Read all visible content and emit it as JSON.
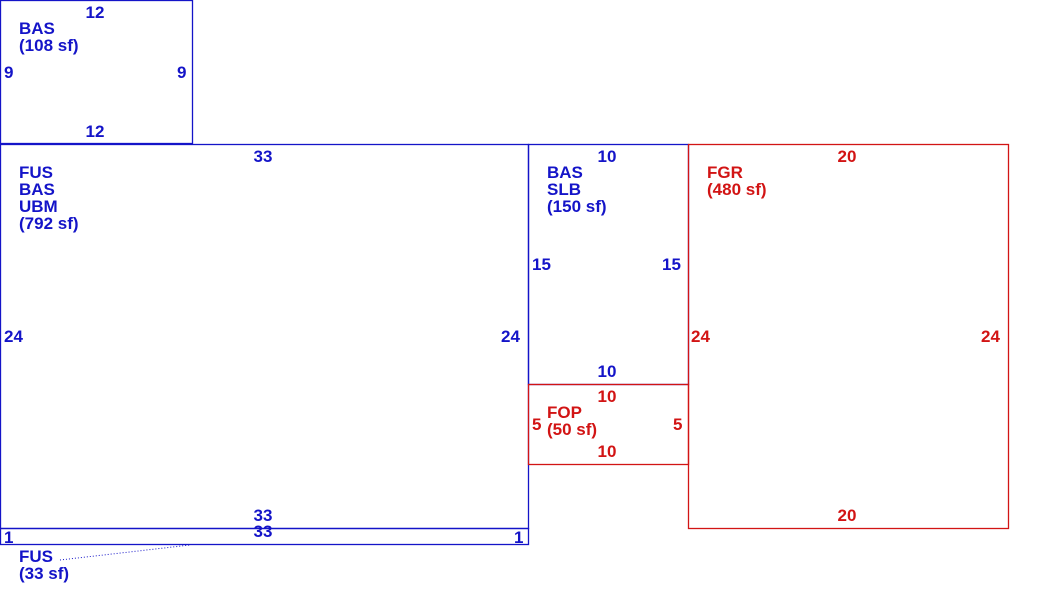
{
  "colors": {
    "blue": "#1414c8",
    "red": "#d21414"
  },
  "areas": {
    "bas_top": {
      "line1": "BAS",
      "line2": "(108 sf)",
      "top": "12",
      "bottom": "12",
      "left": "9",
      "right": "9"
    },
    "main": {
      "line1": "FUS",
      "line2": "BAS",
      "line3": "UBM",
      "line4": "(792 sf)",
      "top": "33",
      "bottom": "33",
      "left": "24",
      "right": "24"
    },
    "slb": {
      "line1": "BAS",
      "line2": "SLB",
      "line3": "(150 sf)",
      "top": "10",
      "bottom": "10",
      "left": "15",
      "right": "15"
    },
    "fop": {
      "line1": "FOP",
      "line2": "(50 sf)",
      "top": "10",
      "bottom": "10",
      "left": "5",
      "right": "5"
    },
    "fgr": {
      "line1": "FGR",
      "line2": "(480 sf)",
      "top": "20",
      "bottom": "20",
      "left": "24",
      "right": "24"
    },
    "fus_strip": {
      "line1": "FUS",
      "line2": "(33 sf)",
      "top": "33",
      "left": "1",
      "right": "1"
    }
  }
}
